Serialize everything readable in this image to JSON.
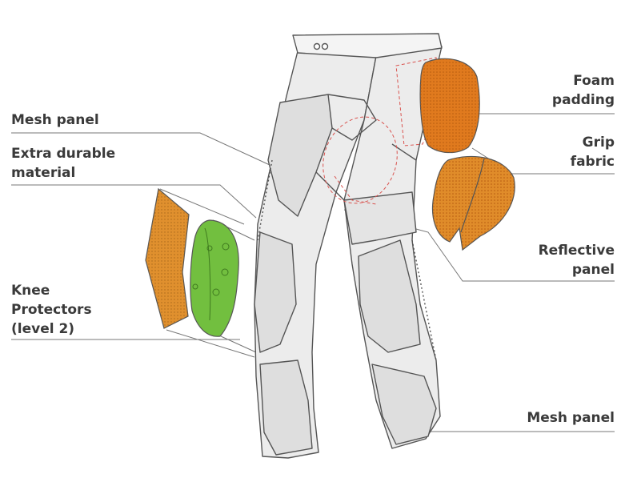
{
  "labels": {
    "mesh_panel_top": "Mesh panel",
    "extra_durable": [
      "Extra durable",
      "material"
    ],
    "knee_protectors": [
      "Knee",
      "Protectors",
      "(level 2)"
    ],
    "foam_padding": [
      "Foam",
      "padding"
    ],
    "grip_fabric": [
      "Grip",
      "fabric"
    ],
    "reflective_panel": [
      "Reflective",
      "panel"
    ],
    "mesh_panel_bottom": "Mesh panel"
  },
  "colors": {
    "text": "#3a3a3a",
    "trouser_fill": "#ececec",
    "panel_fill": "#dedede",
    "outline": "#555555",
    "leader": "#777777",
    "foam": "#e07a1e",
    "grip": "#e08c2a",
    "knee": "#72bf3f",
    "stitch_red": "#d9534f"
  }
}
